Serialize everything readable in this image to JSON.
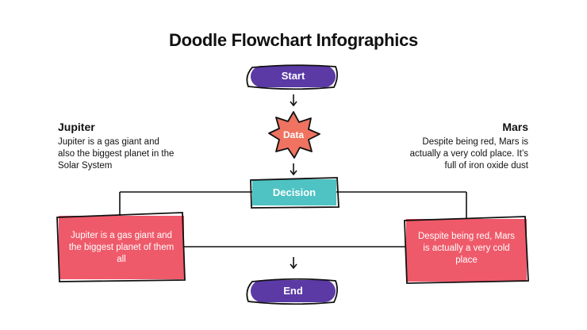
{
  "title": "Doodle Flowchart Infographics",
  "left_panel": {
    "heading": "Jupiter",
    "text": "Jupiter is a gas giant and also the biggest planet in the Solar System"
  },
  "right_panel": {
    "heading": "Mars",
    "text": "Despite being red, Mars is actually a very cold place. It’s full of iron oxide dust"
  },
  "flow": {
    "start": "Start",
    "data": "Data",
    "decision": "Decision",
    "end": "End",
    "left_box": "Jupiter is a gas giant and the biggest planet of them all",
    "right_box": "Despite being red, Mars is actually a very cold place"
  },
  "colors": {
    "purple": "#5b3aa6",
    "orange": "#ef7360",
    "teal": "#4fc3c3",
    "pink": "#ef5a6a",
    "outline": "#111111"
  }
}
